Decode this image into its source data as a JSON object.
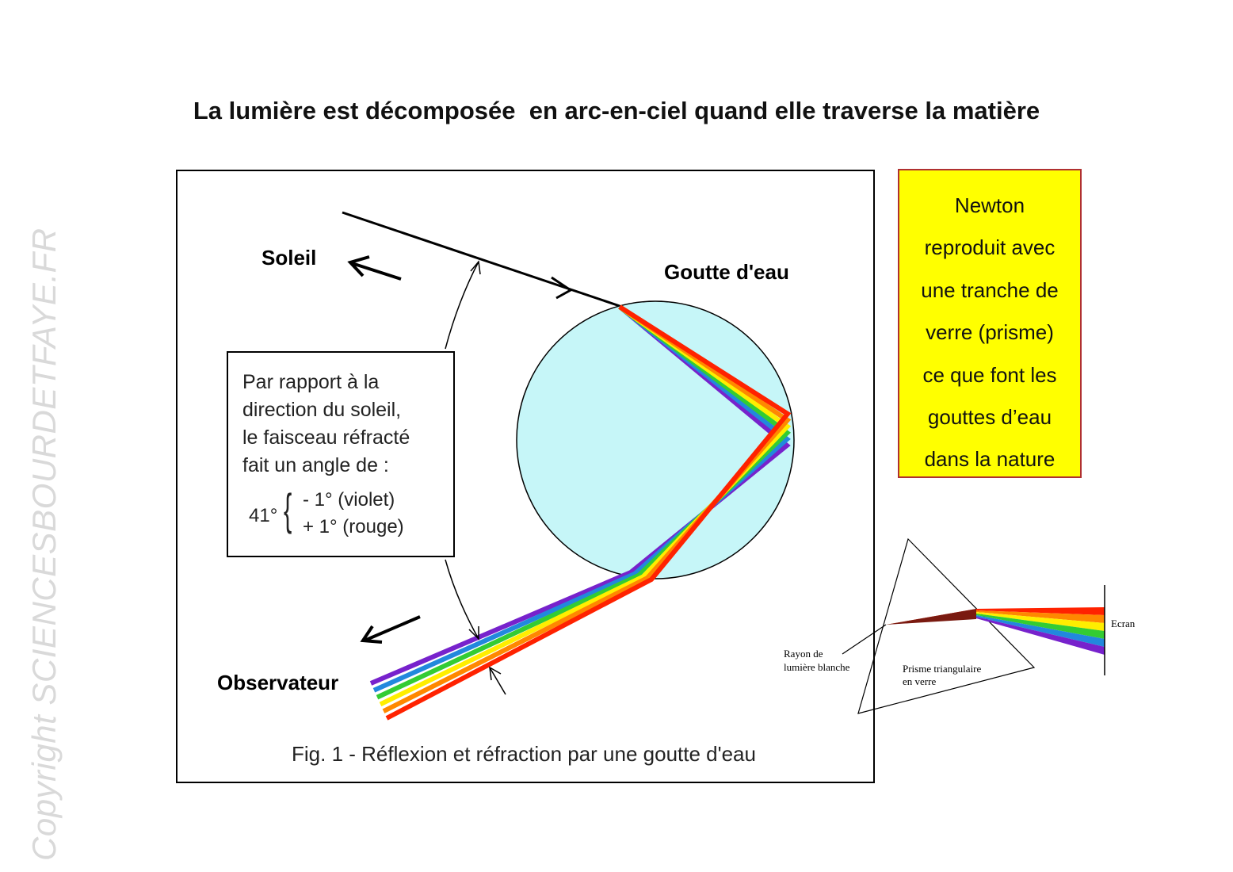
{
  "title": "La lumière est décomposée  en arc-en-ciel quand elle traverse la matière",
  "watermark": "Copyright SCIENCESBOURDETFAYE.FR",
  "figure": {
    "labels": {
      "sun": "Soleil",
      "drop": "Goutte d'eau",
      "observer": "Observateur"
    },
    "info": {
      "lines": [
        "Par rapport à la",
        "direction du soleil,",
        "le faisceau réfracté",
        "fait un angle de  :"
      ],
      "angle_base": "41°",
      "angle_minus": "- 1° (violet)",
      "angle_plus": "+ 1° (rouge)"
    },
    "caption": "Fig. 1 - Réflexion et réfraction par une goutte d'eau",
    "colors": {
      "drop_fill": "#c6f6f8",
      "spectrum": [
        "#ff2200",
        "#ff8800",
        "#ffee00",
        "#33cc33",
        "#2288dd",
        "#7722cc"
      ]
    }
  },
  "newton_note": {
    "lines": [
      "Newton",
      "reproduit avec",
      "une tranche de",
      "verre (prisme)",
      "ce que font les",
      "gouttes d’eau",
      "dans la nature"
    ],
    "background": "#ffff00"
  },
  "prism": {
    "ray_label": [
      "Rayon de",
      "lumière blanche"
    ],
    "prism_label": [
      "Prisme triangulaire",
      "en verre"
    ],
    "screen_label": "Ecran"
  }
}
